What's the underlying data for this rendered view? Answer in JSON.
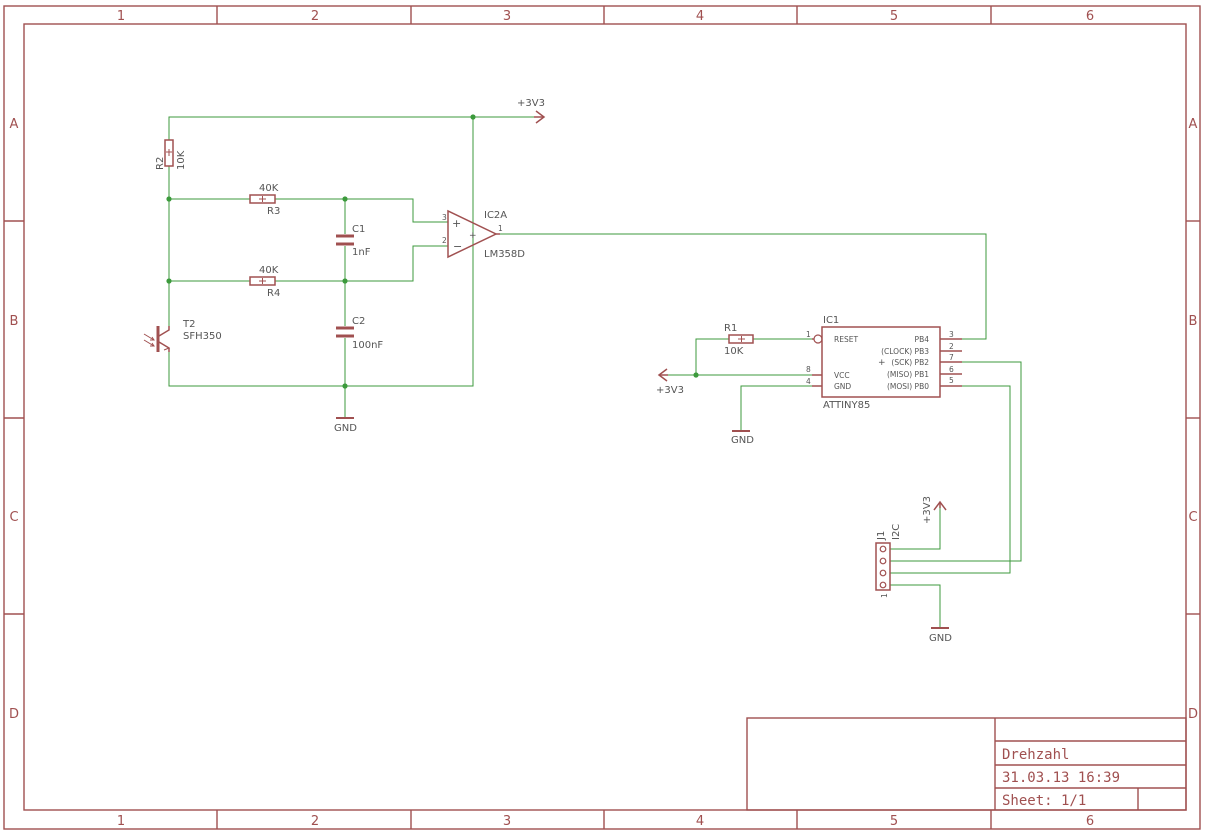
{
  "frame": {
    "columns": [
      "1",
      "2",
      "3",
      "4",
      "5",
      "6"
    ],
    "rows": [
      "A",
      "B",
      "C",
      "D"
    ]
  },
  "title_block": {
    "title": "Drehzahl",
    "datetime": "31.03.13 16:39",
    "sheet": "Sheet: 1/1"
  },
  "components": {
    "r2": {
      "name": "R2",
      "value": "10K"
    },
    "r3": {
      "name": "R3",
      "value": "40K"
    },
    "r4": {
      "name": "R4",
      "value": "40K"
    },
    "c1": {
      "name": "C1",
      "value": "1nF"
    },
    "c2": {
      "name": "C2",
      "value": "100nF"
    },
    "t2": {
      "name": "T2",
      "value": "SFH350"
    },
    "ic2a": {
      "name": "IC2A",
      "value": "LM358D",
      "pin_plus": "3",
      "pin_minus": "2",
      "pin_out": "1"
    },
    "r1": {
      "name": "R1",
      "value": "10K"
    },
    "ic1": {
      "name": "IC1",
      "value": "ATTINY85",
      "left_pins": [
        {
          "num": "1",
          "label": "RESET"
        },
        {
          "num": "8",
          "label": "VCC"
        },
        {
          "num": "4",
          "label": "GND"
        }
      ],
      "right_pins": [
        {
          "num": "3",
          "label": "PB4"
        },
        {
          "num": "2",
          "label": "(CLOCK) PB3"
        },
        {
          "num": "7",
          "label": "(SCK) PB2"
        },
        {
          "num": "6",
          "label": "(MISO) PB1"
        },
        {
          "num": "5",
          "label": "(MOSI) PB0"
        }
      ]
    },
    "j1": {
      "name": "J1",
      "value": "I2C",
      "pin1": "1"
    }
  },
  "supplies": {
    "vcc_top": "+3V3",
    "vcc_left": "+3V3",
    "vcc_j1": "+3V3",
    "gnd_opamp": "GND",
    "gnd_ic1": "GND",
    "gnd_j1": "GND"
  },
  "colors": {
    "frame": "#a05050",
    "wire": "#3c9a3c",
    "text": "#555555"
  }
}
